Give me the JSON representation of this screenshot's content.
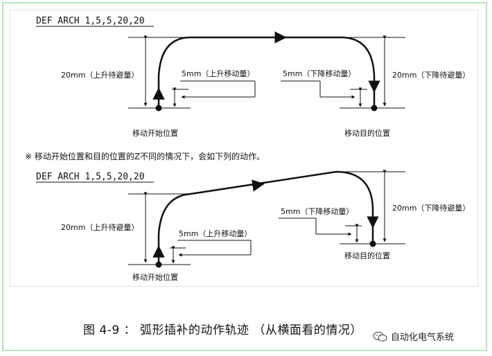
{
  "top": {
    "command": "DEF ARCH 1,5,5,20,20",
    "label_left_total": "20mm（上升待避量）",
    "label_up_small": "5mm（上升移动量）",
    "label_down_small": "5mm（下降移动量）",
    "label_right_total": "20mm（下降待避量）",
    "label_start": "移动开始位置",
    "label_end": "移动目的位置"
  },
  "note": "※  移动开始位置和目的位置的Z不同的情况下，会如下列的动作。",
  "bottom": {
    "command": "DEF ARCH 1,5,5,20,20",
    "label_left_total": "20mm（上升待避量）",
    "label_up_small": "5mm（上升移动量）",
    "label_down_small": "5mm（下降移动量）",
    "label_right_total": "20mm（下降待避量）",
    "label_start": "移动开始位置",
    "label_end": "移动目的位置"
  },
  "caption": "图 4-9 ：  弧形插补的动作轨迹 （从横面看的情况）",
  "watermark": "自动化电气系统",
  "colors": {
    "frame": "#b7e4b7",
    "ink": "#111111"
  }
}
